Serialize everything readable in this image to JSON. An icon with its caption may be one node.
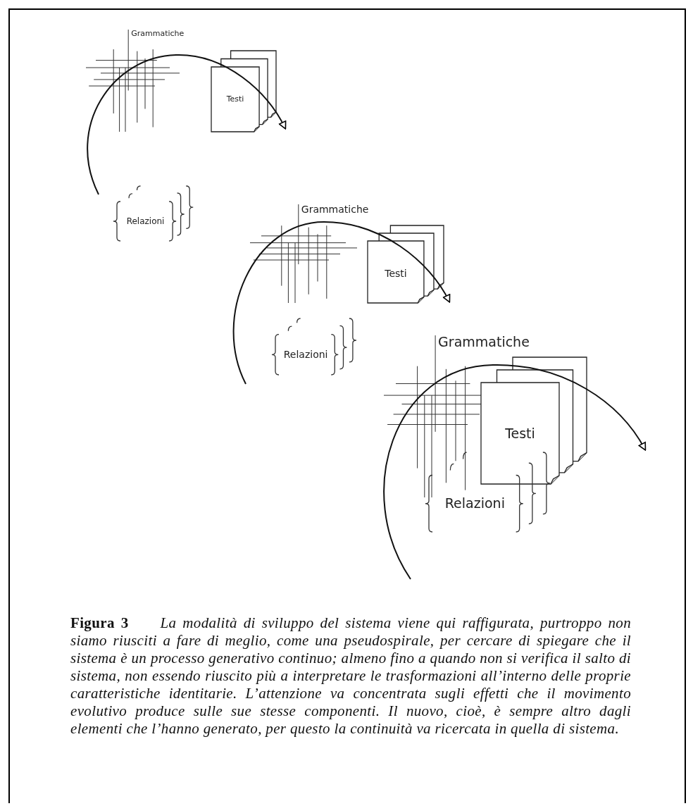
{
  "diagram": {
    "caption": "**Figura 3** *La modalità di sviluppo del sistema viene qui raffigurata, purtroppo non siamo riusciti a fare di meglio, come una pseudospirale, per cercare di spiegare che il sistema è un processo generativo continuo; almeno fino a quando non si verifica il salto di sistema, non essendo riuscito più a interpretare le trasformazioni all’interno delle proprie caratteristiche identitarie. L’attenzione va concentrata sugli effetti che il movimento evolutivo produce sulle sue stesse componenti. Il nuovo, cioè, è sempre altro dagli elementi che l’hanno generato, per questo la continuità va ricercata in quella di sistema.*",
    "nodes": [
      {
        "text": [
          "Grammatiche"
        ]
      },
      {
        "text": [
          "Testi"
        ]
      },
      {
        "text": [
          "Relazioni"
        ]
      },
      {
        "text": [
          "Grammatiche"
        ]
      },
      {
        "text": [
          "Testi"
        ]
      },
      {
        "text": [
          "Relazioni"
        ]
      },
      {
        "text": [
          "Grammatiche"
        ]
      },
      {
        "text": [
          "Testi"
        ]
      },
      {
        "text": [
          "Relazioni"
        ]
      }
    ]
  }
}
